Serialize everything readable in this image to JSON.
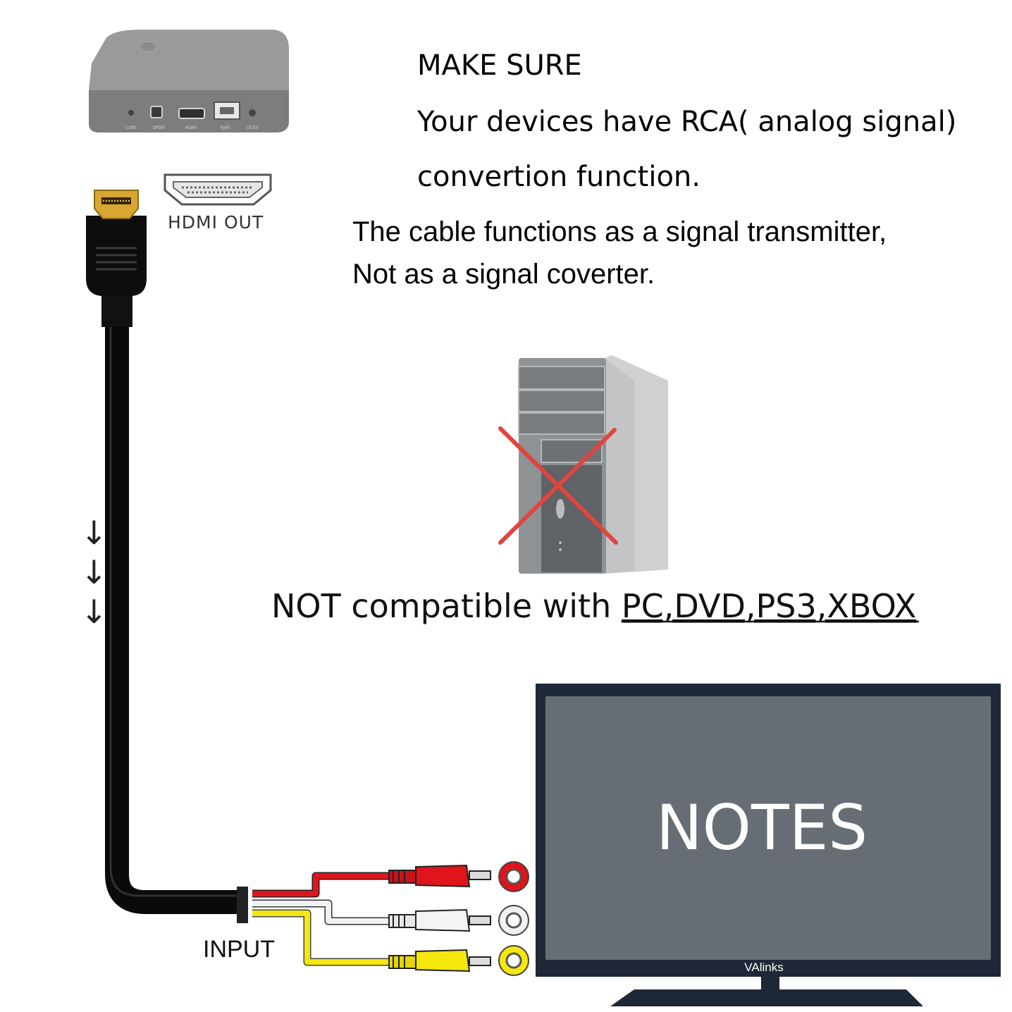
{
  "device": {
    "ports": [
      "CVBS",
      "SPDIF",
      "HDMI",
      "RJ45",
      "DC5V"
    ]
  },
  "hdmi_label": "HDMI OUT",
  "notes": {
    "heading": "MAKE SURE",
    "line1": "Your devices have RCA( analog signal)",
    "line2": "convertion function.",
    "red_line1": "The cable functions as a signal transmitter,",
    "red_line2": "Not as a signal coverter."
  },
  "compat": {
    "prefix": "NOT compatible with ",
    "devices": "PC,DVD,PS3,XBOX"
  },
  "arrows": [
    "↓",
    "↓",
    "↓"
  ],
  "input_label": "INPUT",
  "tv": {
    "screen_text": "NOTES",
    "brand": "VAlinks"
  },
  "colors": {
    "red_text": "#cc1f2a",
    "cross": "#e0453f",
    "rca_red": "#e0141b",
    "rca_white": "#f2f2f2",
    "rca_yellow": "#f5e80f",
    "tv_screen": "#666d75",
    "tv_frame": "#1e2836"
  }
}
